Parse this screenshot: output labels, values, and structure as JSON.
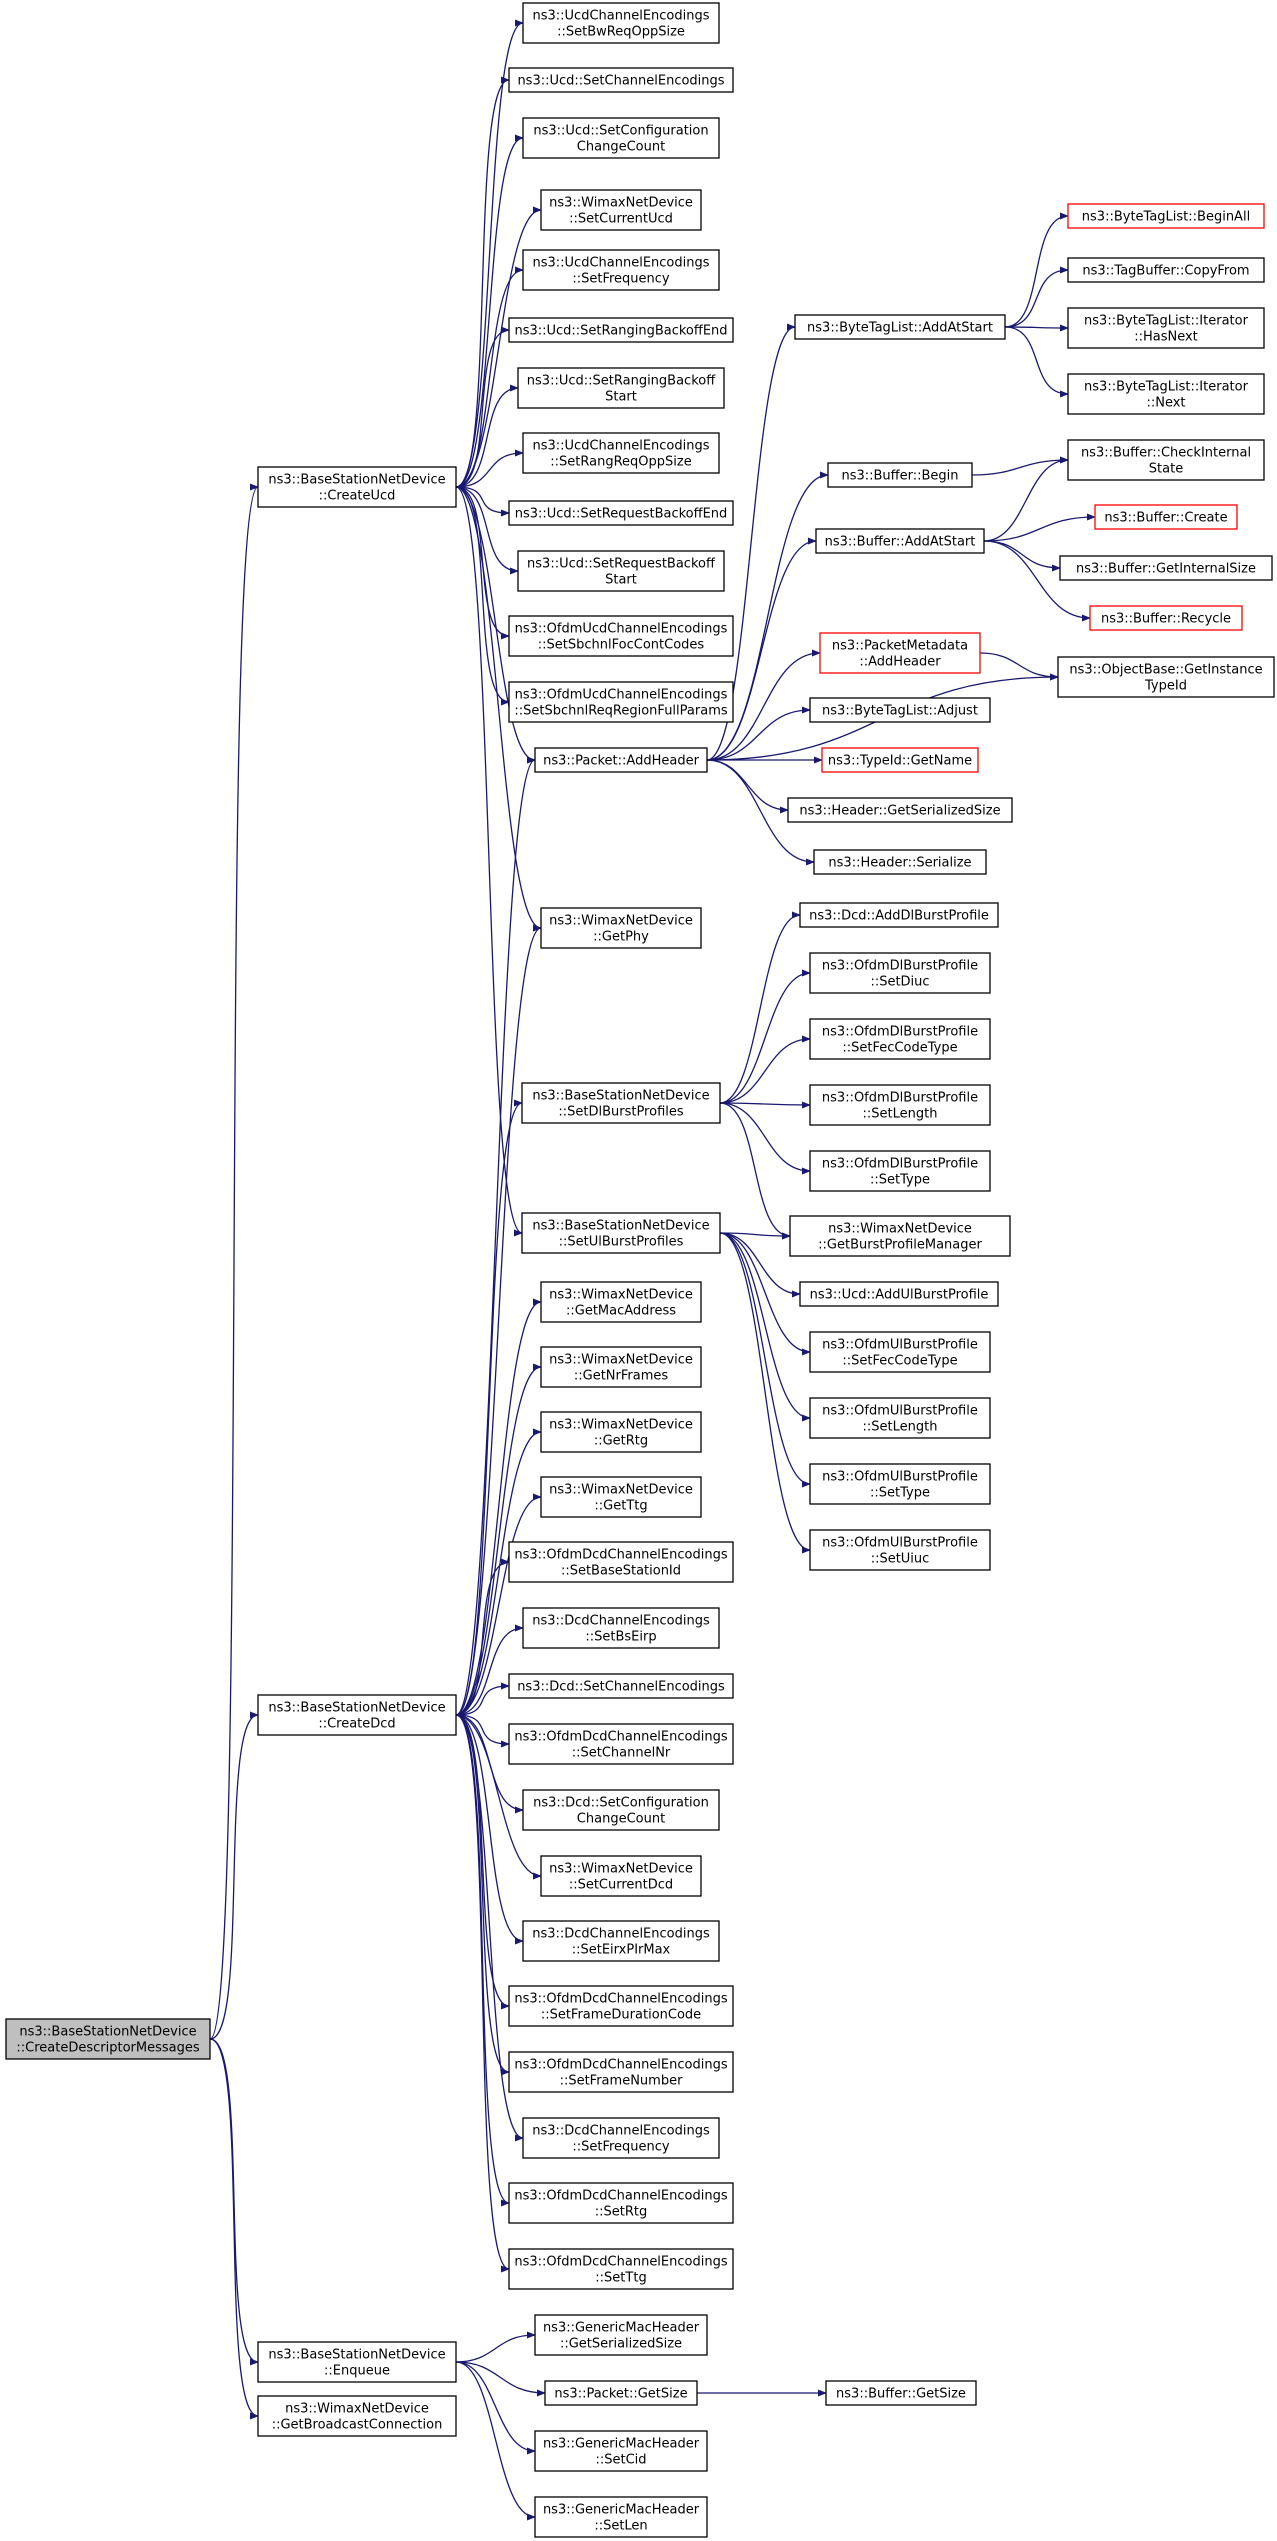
{
  "colors": {
    "edge": "#191970",
    "node_border": "#000000",
    "highlight_border": "#ff0000",
    "root_fill": "#bfbfbf"
  },
  "nodes": [
    {
      "id": "root",
      "lines": [
        "ns3::BaseStationNetDevice",
        "::CreateDescriptorMessages"
      ],
      "style": "root"
    },
    {
      "id": "createucd",
      "lines": [
        "ns3::BaseStationNetDevice",
        "::CreateUcd"
      ]
    },
    {
      "id": "createdcd",
      "lines": [
        "ns3::BaseStationNetDevice",
        "::CreateDcd"
      ]
    },
    {
      "id": "enqueue",
      "lines": [
        "ns3::BaseStationNetDevice",
        "::Enqueue"
      ]
    },
    {
      "id": "getbroadcast",
      "lines": [
        "ns3::WimaxNetDevice",
        "::GetBroadcastConnection"
      ]
    },
    {
      "id": "u1",
      "lines": [
        "ns3::UcdChannelEncodings",
        "::SetBwReqOppSize"
      ]
    },
    {
      "id": "u2",
      "lines": [
        "ns3::Ucd::SetChannelEncodings"
      ]
    },
    {
      "id": "u3",
      "lines": [
        "ns3::Ucd::SetConfiguration",
        "ChangeCount"
      ]
    },
    {
      "id": "u4",
      "lines": [
        "ns3::WimaxNetDevice",
        "::SetCurrentUcd"
      ]
    },
    {
      "id": "u5",
      "lines": [
        "ns3::UcdChannelEncodings",
        "::SetFrequency"
      ]
    },
    {
      "id": "u6",
      "lines": [
        "ns3::Ucd::SetRangingBackoffEnd"
      ]
    },
    {
      "id": "u7",
      "lines": [
        "ns3::Ucd::SetRangingBackoff",
        "Start"
      ]
    },
    {
      "id": "u8",
      "lines": [
        "ns3::UcdChannelEncodings",
        "::SetRangReqOppSize"
      ]
    },
    {
      "id": "u9",
      "lines": [
        "ns3::Ucd::SetRequestBackoffEnd"
      ]
    },
    {
      "id": "u10",
      "lines": [
        "ns3::Ucd::SetRequestBackoff",
        "Start"
      ]
    },
    {
      "id": "u11",
      "lines": [
        "ns3::OfdmUcdChannelEncodings",
        "::SetSbchnlFocContCodes"
      ]
    },
    {
      "id": "u12",
      "lines": [
        "ns3::OfdmUcdChannelEncodings",
        "::SetSbchnlReqRegionFullParams"
      ]
    },
    {
      "id": "addheader",
      "lines": [
        "ns3::Packet::AddHeader"
      ]
    },
    {
      "id": "getphy",
      "lines": [
        "ns3::WimaxNetDevice",
        "::GetPhy"
      ]
    },
    {
      "id": "setdl",
      "lines": [
        "ns3::BaseStationNetDevice",
        "::SetDlBurstProfiles"
      ]
    },
    {
      "id": "setul",
      "lines": [
        "ns3::BaseStationNetDevice",
        "::SetUlBurstProfiles"
      ]
    },
    {
      "id": "btl_add",
      "lines": [
        "ns3::ByteTagList::AddAtStart"
      ]
    },
    {
      "id": "btl_begin",
      "lines": [
        "ns3::ByteTagList::BeginAll"
      ],
      "style": "red"
    },
    {
      "id": "tagbuf",
      "lines": [
        "ns3::TagBuffer::CopyFrom"
      ]
    },
    {
      "id": "btl_hasnext",
      "lines": [
        "ns3::ByteTagList::Iterator",
        "::HasNext"
      ]
    },
    {
      "id": "btl_next",
      "lines": [
        "ns3::ByteTagList::Iterator",
        "::Next"
      ]
    },
    {
      "id": "buf_begin",
      "lines": [
        "ns3::Buffer::Begin"
      ]
    },
    {
      "id": "buf_check",
      "lines": [
        "ns3::Buffer::CheckInternal",
        "State"
      ]
    },
    {
      "id": "buf_add",
      "lines": [
        "ns3::Buffer::AddAtStart"
      ]
    },
    {
      "id": "buf_create",
      "lines": [
        "ns3::Buffer::Create"
      ],
      "style": "red"
    },
    {
      "id": "buf_getint",
      "lines": [
        "ns3::Buffer::GetInternalSize"
      ]
    },
    {
      "id": "buf_recycle",
      "lines": [
        "ns3::Buffer::Recycle"
      ],
      "style": "red"
    },
    {
      "id": "pm_add",
      "lines": [
        "ns3::PacketMetadata",
        "::AddHeader"
      ],
      "style": "red"
    },
    {
      "id": "objbase",
      "lines": [
        "ns3::ObjectBase::GetInstance",
        "TypeId"
      ]
    },
    {
      "id": "btl_adjust",
      "lines": [
        "ns3::ByteTagList::Adjust"
      ]
    },
    {
      "id": "typeid",
      "lines": [
        "ns3::TypeId::GetName"
      ],
      "style": "red"
    },
    {
      "id": "hdr_getsize",
      "lines": [
        "ns3::Header::GetSerializedSize"
      ]
    },
    {
      "id": "hdr_ser",
      "lines": [
        "ns3::Header::Serialize"
      ]
    },
    {
      "id": "dcd_adddl",
      "lines": [
        "ns3::Dcd::AddDlBurstProfile"
      ]
    },
    {
      "id": "dl_diuc",
      "lines": [
        "ns3::OfdmDlBurstProfile",
        "::SetDiuc"
      ]
    },
    {
      "id": "dl_fec",
      "lines": [
        "ns3::OfdmDlBurstProfile",
        "::SetFecCodeType"
      ]
    },
    {
      "id": "dl_len",
      "lines": [
        "ns3::OfdmDlBurstProfile",
        "::SetLength"
      ]
    },
    {
      "id": "dl_type",
      "lines": [
        "ns3::OfdmDlBurstProfile",
        "::SetType"
      ]
    },
    {
      "id": "getbpm",
      "lines": [
        "ns3::WimaxNetDevice",
        "::GetBurstProfileManager"
      ]
    },
    {
      "id": "ucd_addul",
      "lines": [
        "ns3::Ucd::AddUlBurstProfile"
      ]
    },
    {
      "id": "ul_fec",
      "lines": [
        "ns3::OfdmUlBurstProfile",
        "::SetFecCodeType"
      ]
    },
    {
      "id": "ul_len",
      "lines": [
        "ns3::OfdmUlBurstProfile",
        "::SetLength"
      ]
    },
    {
      "id": "ul_type",
      "lines": [
        "ns3::OfdmUlBurstProfile",
        "::SetType"
      ]
    },
    {
      "id": "ul_uiuc",
      "lines": [
        "ns3::OfdmUlBurstProfile",
        "::SetUiuc"
      ]
    },
    {
      "id": "getmac",
      "lines": [
        "ns3::WimaxNetDevice",
        "::GetMacAddress"
      ]
    },
    {
      "id": "getnrf",
      "lines": [
        "ns3::WimaxNetDevice",
        "::GetNrFrames"
      ]
    },
    {
      "id": "getrtg",
      "lines": [
        "ns3::WimaxNetDevice",
        "::GetRtg"
      ]
    },
    {
      "id": "getttg",
      "lines": [
        "ns3::WimaxNetDevice",
        "::GetTtg"
      ]
    },
    {
      "id": "d1",
      "lines": [
        "ns3::OfdmDcdChannelEncodings",
        "::SetBaseStationId"
      ]
    },
    {
      "id": "d2",
      "lines": [
        "ns3::DcdChannelEncodings",
        "::SetBsEirp"
      ]
    },
    {
      "id": "d3",
      "lines": [
        "ns3::Dcd::SetChannelEncodings"
      ]
    },
    {
      "id": "d4",
      "lines": [
        "ns3::OfdmDcdChannelEncodings",
        "::SetChannelNr"
      ]
    },
    {
      "id": "d5",
      "lines": [
        "ns3::Dcd::SetConfiguration",
        "ChangeCount"
      ]
    },
    {
      "id": "d6",
      "lines": [
        "ns3::WimaxNetDevice",
        "::SetCurrentDcd"
      ]
    },
    {
      "id": "d7",
      "lines": [
        "ns3::DcdChannelEncodings",
        "::SetEirxPIrMax"
      ]
    },
    {
      "id": "d8",
      "lines": [
        "ns3::OfdmDcdChannelEncodings",
        "::SetFrameDurationCode"
      ]
    },
    {
      "id": "d9",
      "lines": [
        "ns3::OfdmDcdChannelEncodings",
        "::SetFrameNumber"
      ]
    },
    {
      "id": "d10",
      "lines": [
        "ns3::DcdChannelEncodings",
        "::SetFrequency"
      ]
    },
    {
      "id": "d11",
      "lines": [
        "ns3::OfdmDcdChannelEncodings",
        "::SetRtg"
      ]
    },
    {
      "id": "d12",
      "lines": [
        "ns3::OfdmDcdChannelEncodings",
        "::SetTtg"
      ]
    },
    {
      "id": "gmh_size",
      "lines": [
        "ns3::GenericMacHeader",
        "::GetSerializedSize"
      ]
    },
    {
      "id": "pkt_getsize",
      "lines": [
        "ns3::Packet::GetSize"
      ]
    },
    {
      "id": "buf_getsize",
      "lines": [
        "ns3::Buffer::GetSize"
      ]
    },
    {
      "id": "gmh_cid",
      "lines": [
        "ns3::GenericMacHeader",
        "::SetCid"
      ]
    },
    {
      "id": "gmh_len",
      "lines": [
        "ns3::GenericMacHeader",
        "::SetLen"
      ]
    }
  ],
  "edges": [
    [
      "root",
      "createucd"
    ],
    [
      "root",
      "createdcd"
    ],
    [
      "root",
      "enqueue"
    ],
    [
      "root",
      "getbroadcast"
    ],
    [
      "createucd",
      "u1"
    ],
    [
      "createucd",
      "u2"
    ],
    [
      "createucd",
      "u3"
    ],
    [
      "createucd",
      "u4"
    ],
    [
      "createucd",
      "u5"
    ],
    [
      "createucd",
      "u6"
    ],
    [
      "createucd",
      "u7"
    ],
    [
      "createucd",
      "u8"
    ],
    [
      "createucd",
      "u9"
    ],
    [
      "createucd",
      "u10"
    ],
    [
      "createucd",
      "u11"
    ],
    [
      "createucd",
      "u12"
    ],
    [
      "createucd",
      "addheader"
    ],
    [
      "createucd",
      "getphy"
    ],
    [
      "createucd",
      "setul"
    ],
    [
      "addheader",
      "btl_add"
    ],
    [
      "addheader",
      "buf_begin"
    ],
    [
      "addheader",
      "buf_add"
    ],
    [
      "addheader",
      "pm_add"
    ],
    [
      "addheader",
      "objbase"
    ],
    [
      "addheader",
      "btl_adjust"
    ],
    [
      "addheader",
      "typeid"
    ],
    [
      "addheader",
      "hdr_getsize"
    ],
    [
      "addheader",
      "hdr_ser"
    ],
    [
      "btl_add",
      "btl_begin"
    ],
    [
      "btl_add",
      "tagbuf"
    ],
    [
      "btl_add",
      "btl_hasnext"
    ],
    [
      "btl_add",
      "btl_next"
    ],
    [
      "buf_begin",
      "buf_check"
    ],
    [
      "buf_add",
      "buf_check"
    ],
    [
      "buf_add",
      "buf_create"
    ],
    [
      "buf_add",
      "buf_getint"
    ],
    [
      "buf_add",
      "buf_recycle"
    ],
    [
      "pm_add",
      "objbase"
    ],
    [
      "setdl",
      "dcd_adddl"
    ],
    [
      "setdl",
      "dl_diuc"
    ],
    [
      "setdl",
      "dl_fec"
    ],
    [
      "setdl",
      "dl_len"
    ],
    [
      "setdl",
      "dl_type"
    ],
    [
      "setdl",
      "getbpm"
    ],
    [
      "setul",
      "getbpm"
    ],
    [
      "setul",
      "ucd_addul"
    ],
    [
      "setul",
      "ul_fec"
    ],
    [
      "setul",
      "ul_len"
    ],
    [
      "setul",
      "ul_type"
    ],
    [
      "setul",
      "ul_uiuc"
    ],
    [
      "createdcd",
      "addheader"
    ],
    [
      "createdcd",
      "getphy"
    ],
    [
      "createdcd",
      "setdl"
    ],
    [
      "createdcd",
      "getmac"
    ],
    [
      "createdcd",
      "getnrf"
    ],
    [
      "createdcd",
      "getrtg"
    ],
    [
      "createdcd",
      "getttg"
    ],
    [
      "createdcd",
      "d1"
    ],
    [
      "createdcd",
      "d2"
    ],
    [
      "createdcd",
      "d3"
    ],
    [
      "createdcd",
      "d4"
    ],
    [
      "createdcd",
      "d5"
    ],
    [
      "createdcd",
      "d6"
    ],
    [
      "createdcd",
      "d7"
    ],
    [
      "createdcd",
      "d8"
    ],
    [
      "createdcd",
      "d9"
    ],
    [
      "createdcd",
      "d10"
    ],
    [
      "createdcd",
      "d11"
    ],
    [
      "createdcd",
      "d12"
    ],
    [
      "enqueue",
      "gmh_size"
    ],
    [
      "enqueue",
      "pkt_getsize"
    ],
    [
      "enqueue",
      "gmh_cid"
    ],
    [
      "enqueue",
      "gmh_len"
    ],
    [
      "pkt_getsize",
      "buf_getsize"
    ]
  ]
}
